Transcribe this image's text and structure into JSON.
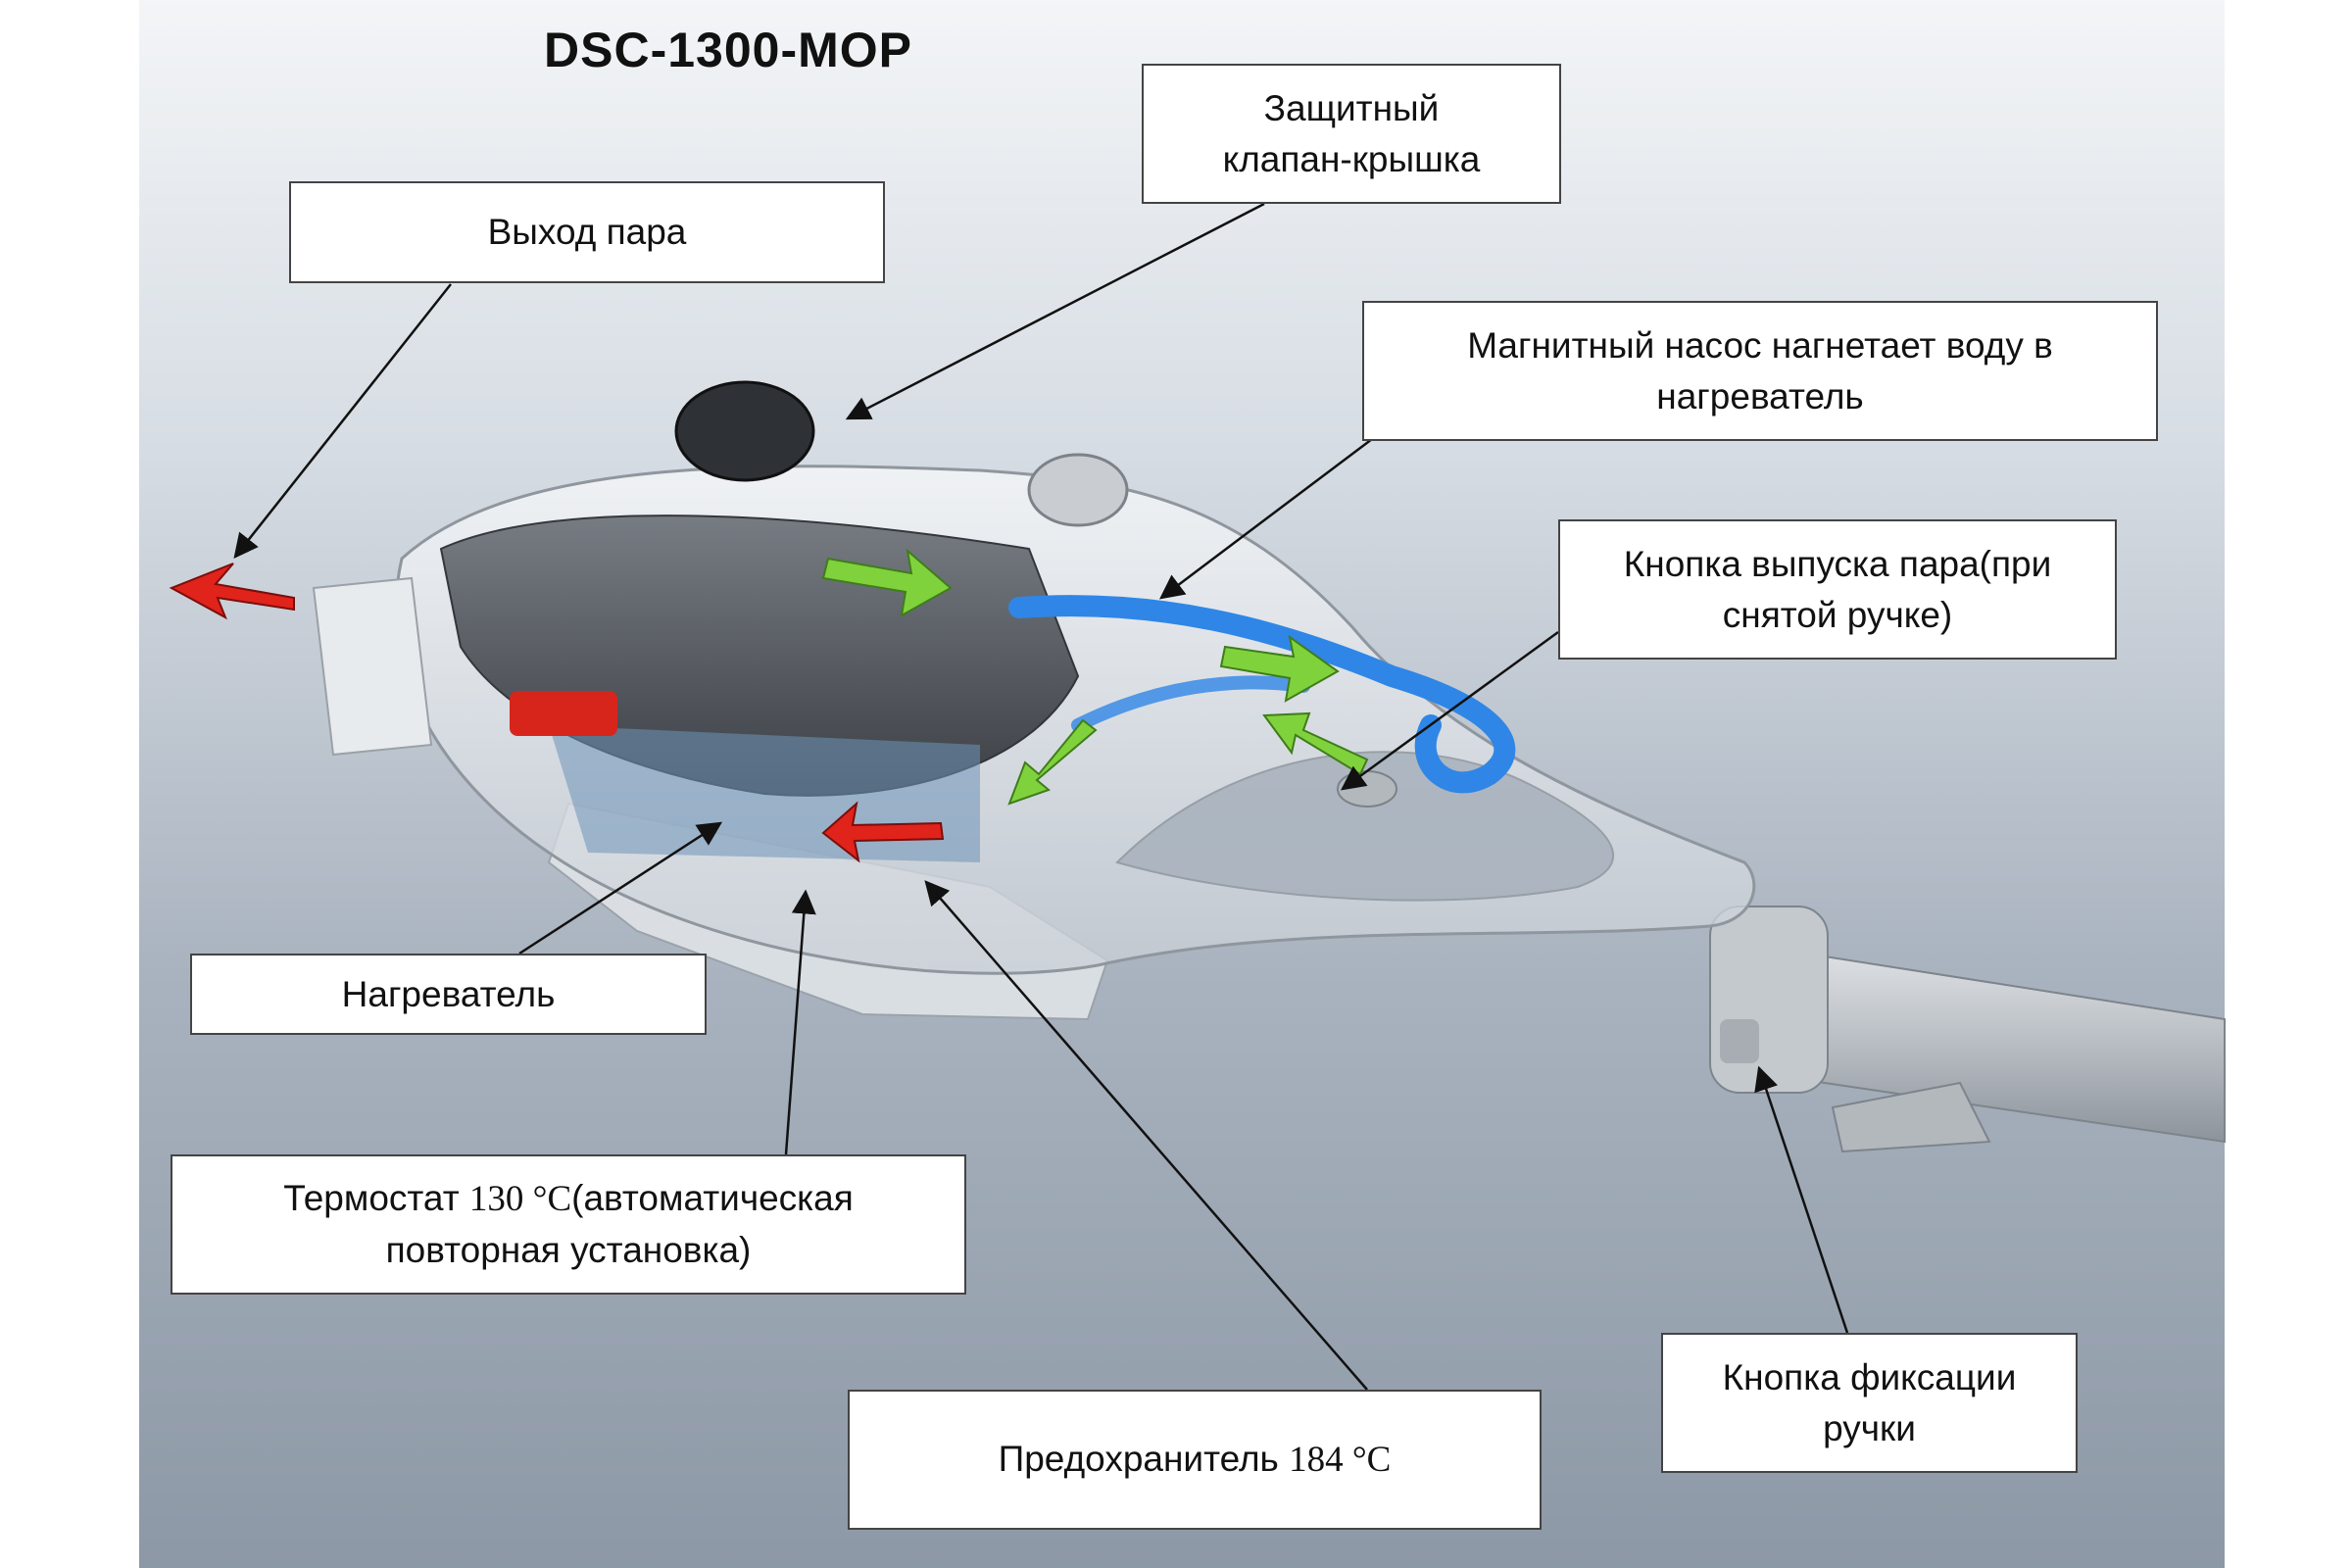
{
  "title": "DSC-1300-MOP",
  "callouts": {
    "steam_outlet": "Выход пара",
    "safety_valve": {
      "line1": "Защитный",
      "line2": "клапан-крышка"
    },
    "magnetic_pump": {
      "line1": "Магнитный насос нагнетает воду в",
      "line2": "нагреватель"
    },
    "steam_button": {
      "line1": "Кнопка выпуска пара(при",
      "line2": "снятой ручке)"
    },
    "heater": "Нагреватель",
    "thermostat": {
      "prefix": "Термостат ",
      "value": "130 °C",
      "suffix": "(автоматическая",
      "line2": "повторная установка)"
    },
    "fuse": {
      "prefix": "Предохранитель ",
      "value": "184 °C"
    },
    "handle_lock": {
      "line1": "Кнопка фиксации",
      "line2": "ручки"
    }
  },
  "colors": {
    "steam_arrow": "#e0231b",
    "water_arrow": "#7fd23c",
    "water_tube": "#2f86e6",
    "line": "#111111"
  }
}
